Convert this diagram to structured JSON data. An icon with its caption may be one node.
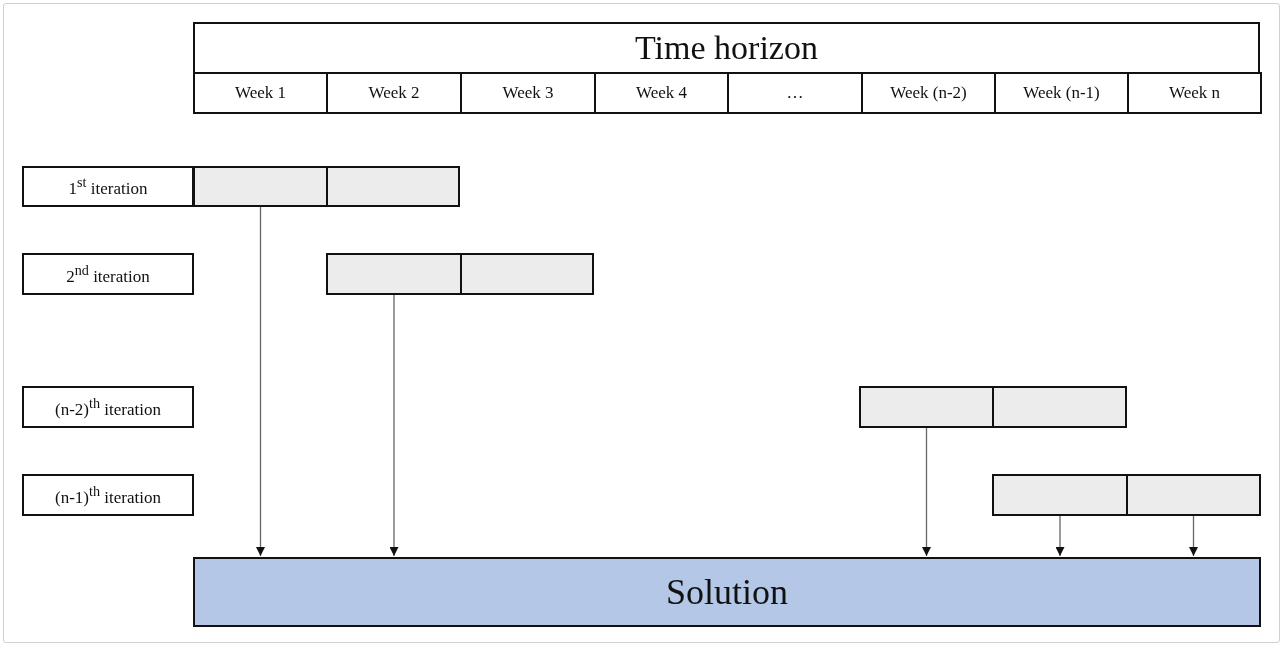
{
  "diagram": {
    "nodes": [
      {
        "text": [
          "Time horizon"
        ]
      },
      {
        "text": [
          "Week 1"
        ]
      },
      {
        "text": [
          "Week 2"
        ]
      },
      {
        "text": [
          "Week 3"
        ]
      },
      {
        "text": [
          "Week 4"
        ]
      },
      {
        "text": [
          "…"
        ]
      },
      {
        "text": [
          "Week (n-2)"
        ]
      },
      {
        "text": [
          "Week (n-1)"
        ]
      },
      {
        "text": [
          "Week n"
        ]
      },
      {
        "text": [
          "1$^{st}$ iteration"
        ]
      },
      {
        "text": [],
        "shape": "box"
      },
      {
        "text": [],
        "shape": "box"
      },
      {
        "text": [
          "2$^{nd}$ iteration"
        ]
      },
      {
        "text": [],
        "shape": "box"
      },
      {
        "text": [],
        "shape": "box"
      },
      {
        "text": [
          "(n-2)$^{th}$ iteration"
        ]
      },
      {
        "text": [],
        "shape": "box"
      },
      {
        "text": [],
        "shape": "box"
      },
      {
        "text": [
          "(n-1)$^{th}$ iteration"
        ]
      },
      {
        "text": [],
        "shape": "box"
      },
      {
        "text": [],
        "shape": "box"
      },
      {
        "text": [
          "Solution"
        ]
      }
    ],
    "edges": [
      {
        "from": 10,
        "to": 21,
        "arrow": "to"
      },
      {
        "from": 13,
        "to": 21,
        "arrow": "to"
      },
      {
        "from": 16,
        "to": 21,
        "arrow": "to"
      },
      {
        "from": 19,
        "to": 21,
        "arrow": "to"
      },
      {
        "from": 20,
        "to": 21,
        "arrow": "to"
      }
    ]
  }
}
